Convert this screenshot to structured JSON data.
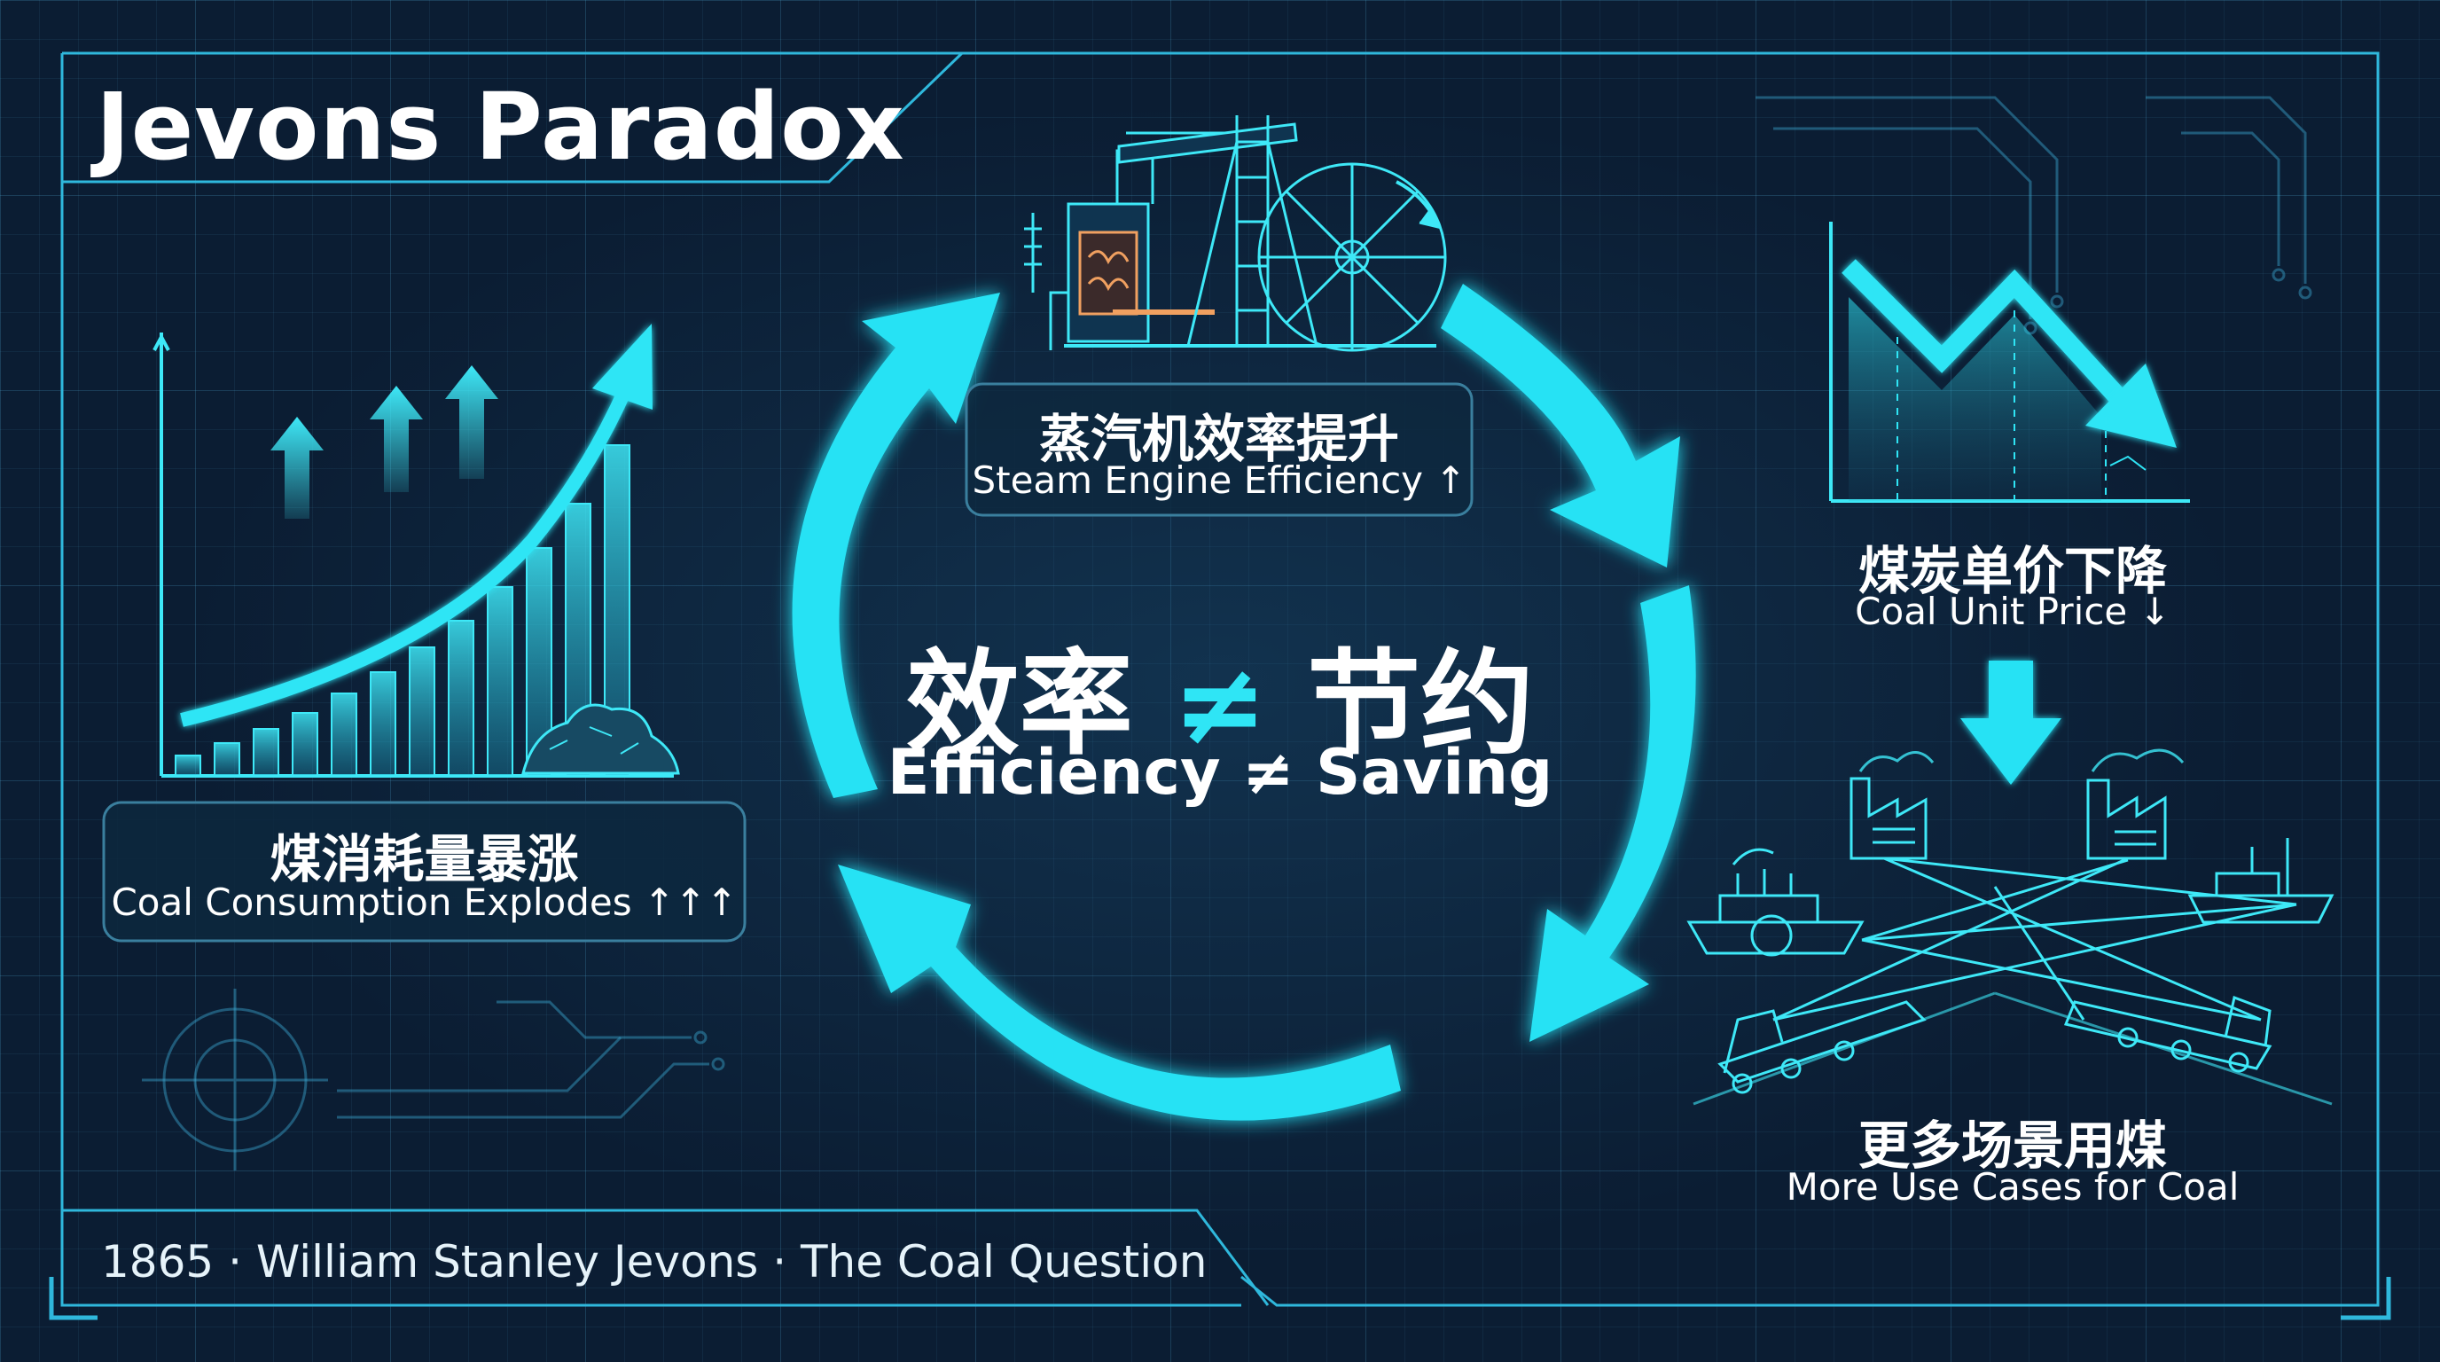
{
  "title": "Jevons Paradox",
  "footer": "1865 · William Stanley Jevons · The Coal Question",
  "center": {
    "cn_left": "效率",
    "neq": "≠",
    "cn_right": "节约",
    "en": "Efficiency ≠ Saving"
  },
  "nodes": [
    {
      "cn": "蒸汽机效率提升",
      "en": "Steam Engine Efficiency ↑"
    },
    {
      "cn": "煤炭单价下降",
      "en": "Coal Unit Price ↓"
    },
    {
      "cn": "更多场景用煤",
      "en": "More Use Cases for Coal"
    },
    {
      "cn": "煤消耗量暴涨",
      "en": "Coal Consumption Explodes ↑↑↑"
    }
  ],
  "colors": {
    "accent": "#2fe5f5",
    "background": "#0b1d33",
    "grid": "#3aa7cf",
    "text": "#ffffff"
  },
  "icons": [
    "steam-engine-icon",
    "price-drop-chart-icon",
    "industry-transport-icon",
    "rising-consumption-chart-icon"
  ]
}
